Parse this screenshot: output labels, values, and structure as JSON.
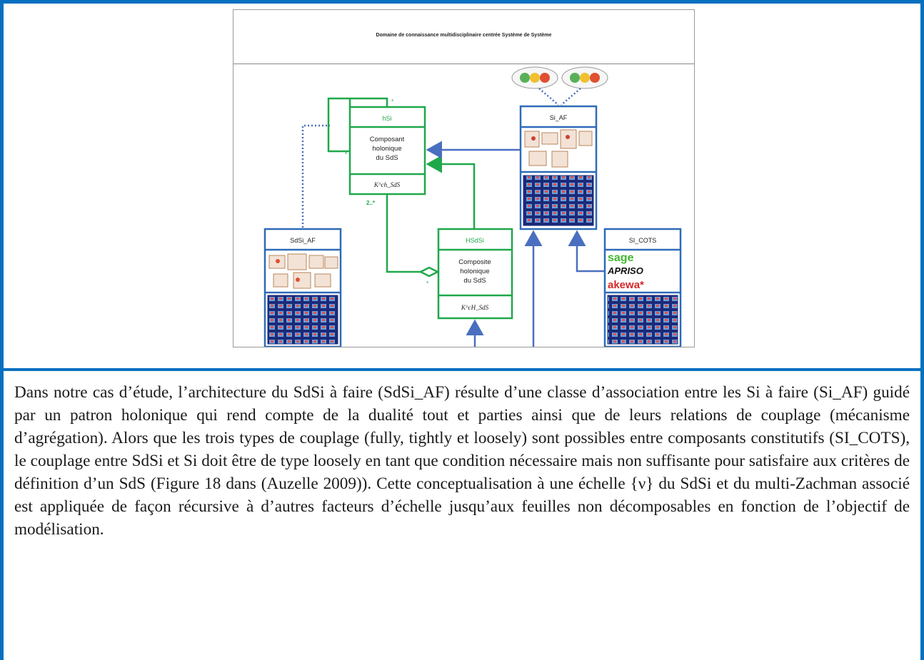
{
  "figure": {
    "title": "Domaine de connaissance multidisciplinaire centrée Système de Système",
    "boxes": {
      "hsi": {
        "header": "hSi",
        "body": [
          "Composant",
          "holonique",
          "du SdS"
        ],
        "footer": "K^ch_SdS"
      },
      "Hsdsi": {
        "header": "HSdSi",
        "body": [
          "Composite",
          "holonique",
          "du SdS"
        ],
        "footer": "K^cH_SdS"
      },
      "si_af": {
        "header": "Si_AF"
      },
      "sdsi_af": {
        "header": "SdSi_AF"
      },
      "si_cots": {
        "header": "SI_COTS",
        "logos": [
          "sage",
          "APRISO",
          "akewa*"
        ]
      }
    },
    "multiplicities": {
      "self_top": "*",
      "self_left": "*",
      "agg_many": "2..*",
      "agg_one": "*"
    }
  },
  "caption": {
    "text": "Dans notre cas d’étude, l’architecture du SdSi à faire (SdSi_AF) résulte d’une classe d’association entre les Si à faire (Si_AF) guidé par un patron holonique qui rend compte de la dualité tout et parties ainsi que de leurs relations de couplage (mécanisme d’agrégation). Alors que les trois types de couplage (fully, tightly et loosely) sont possibles entre composants constitutifs (SI_COTS), le couplage entre SdSi et Si doit être de type loosely en tant que condition nécessaire mais non suffisante pour satisfaire aux critères de définition d’un SdS (Figure 18 dans (Auzelle 2009)). Cette conceptualisation à une échelle {ν} du SdSi et du multi-Zachman associé est appliquée de façon récursive à d’autres facteurs d’échelle jusqu’aux feuilles non décomposables en fonction de l’objectif de modélisation."
  },
  "colors": {
    "frame": "#0870c0",
    "green": "#1fa84a",
    "uml_blue": "#2e6bb8",
    "grid_navy": "#1c2a7a"
  }
}
